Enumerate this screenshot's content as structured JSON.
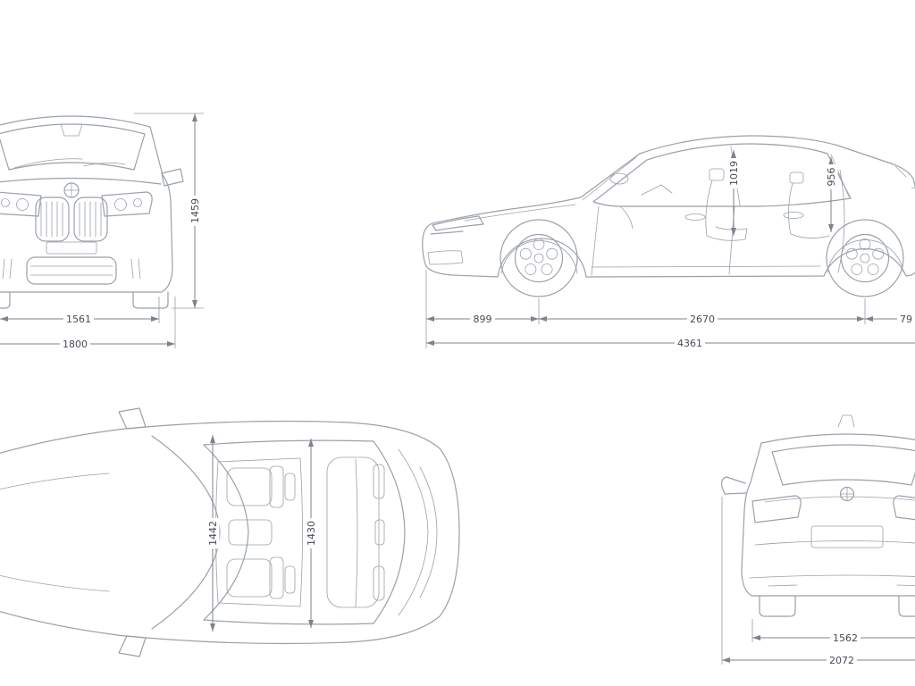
{
  "diagram": {
    "colors": {
      "background": "#ffffff",
      "line": "#9aa1a9",
      "dimension_line": "#7e838b",
      "label_text": "#454b54"
    },
    "views": {
      "front": {
        "dimensions": {
          "overall_height": "1459",
          "front_track": "1561",
          "overall_width": "1800"
        }
      },
      "side": {
        "dimensions": {
          "front_headroom": "1019",
          "rear_headroom": "956",
          "front_overhang": "899",
          "wheelbase": "2670",
          "rear_overhang": "79",
          "overall_length": "4361"
        }
      },
      "top": {
        "dimensions": {
          "front_interior_width": "1442",
          "rear_interior_width": "1430"
        }
      },
      "rear": {
        "dimensions": {
          "rear_track": "1562",
          "overall_width_incl_mirrors": "2072"
        }
      }
    }
  }
}
